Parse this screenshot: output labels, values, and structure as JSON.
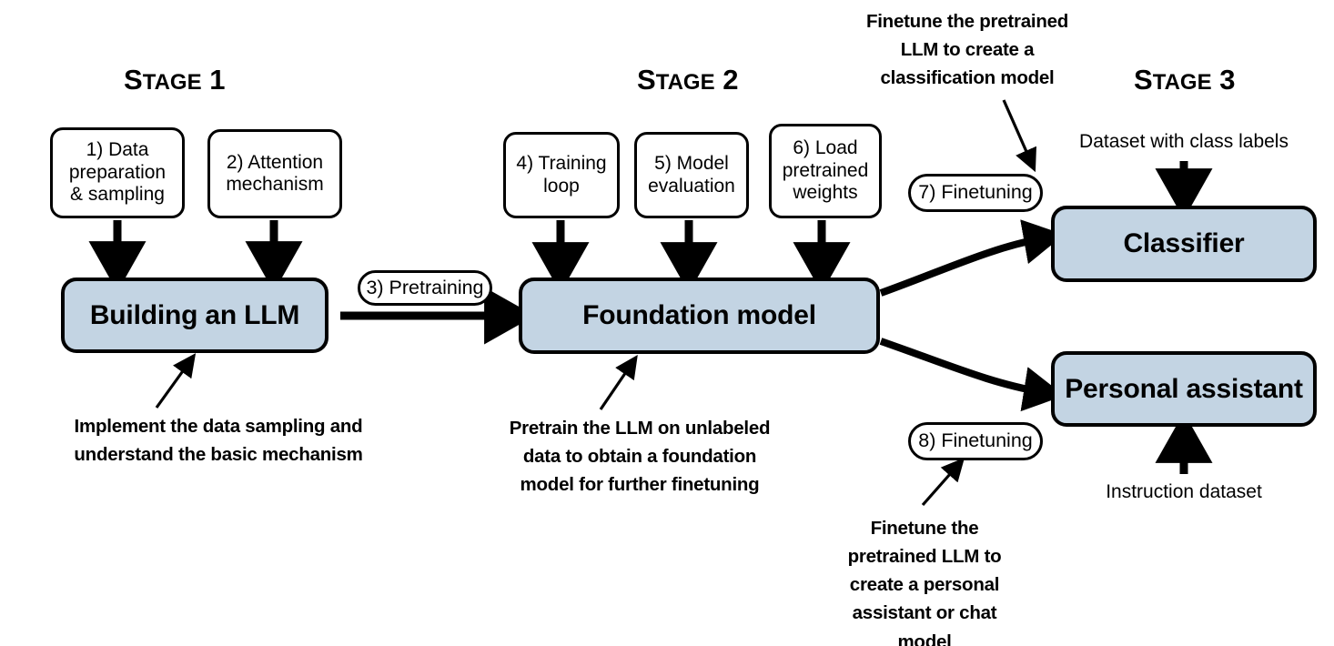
{
  "figure": {
    "title": "Three-stage LLM build pipeline",
    "background_color": "#ffffff",
    "accent_fill": "#c3d4e3",
    "stroke_color": "#000000"
  },
  "stages": [
    {
      "id": "stage1",
      "prefix": "S",
      "rest": "TAGE",
      "number": " 1"
    },
    {
      "id": "stage2",
      "prefix": "S",
      "rest": "TAGE",
      "number": " 2"
    },
    {
      "id": "stage3",
      "prefix": "S",
      "rest": "TAGE",
      "number": " 3"
    }
  ],
  "steps": [
    {
      "id": "step1",
      "label": "1) Data\npreparation\n& sampling"
    },
    {
      "id": "step2",
      "label": "2) Attention\nmechanism"
    },
    {
      "id": "step4",
      "label": "4) Training\nloop"
    },
    {
      "id": "step5",
      "label": "5) Model\nevaluation"
    },
    {
      "id": "step6",
      "label": "6) Load\npretrained\nweights"
    }
  ],
  "pills": [
    {
      "id": "step3",
      "label": "3) Pretraining"
    },
    {
      "id": "step7",
      "label": "7) Finetuning"
    },
    {
      "id": "step8",
      "label": "8) Finetuning"
    }
  ],
  "main_nodes": [
    {
      "id": "building",
      "label": "Building an LLM"
    },
    {
      "id": "foundation",
      "label": "Foundation model"
    },
    {
      "id": "classifier",
      "label": "Classifier"
    },
    {
      "id": "assistant",
      "label": "Personal assistant"
    }
  ],
  "captions": [
    {
      "id": "caption_stage1",
      "text": "Implement the data sampling and\nunderstand the basic mechanism"
    },
    {
      "id": "caption_stage2",
      "text": "Pretrain the LLM on unlabeled\ndata to obtain a foundation\nmodel for further finetuning"
    },
    {
      "id": "caption_classifier",
      "text": "Finetune the pretrained\nLLM to create a\nclassification model"
    },
    {
      "id": "caption_assistant",
      "text": "Finetune the\npretrained LLM to\ncreate a personal\nassistant or chat model"
    }
  ],
  "dataset_labels": [
    {
      "id": "class_dataset",
      "text": "Dataset with class labels"
    },
    {
      "id": "instruction_dataset",
      "text": "Instruction dataset"
    }
  ]
}
